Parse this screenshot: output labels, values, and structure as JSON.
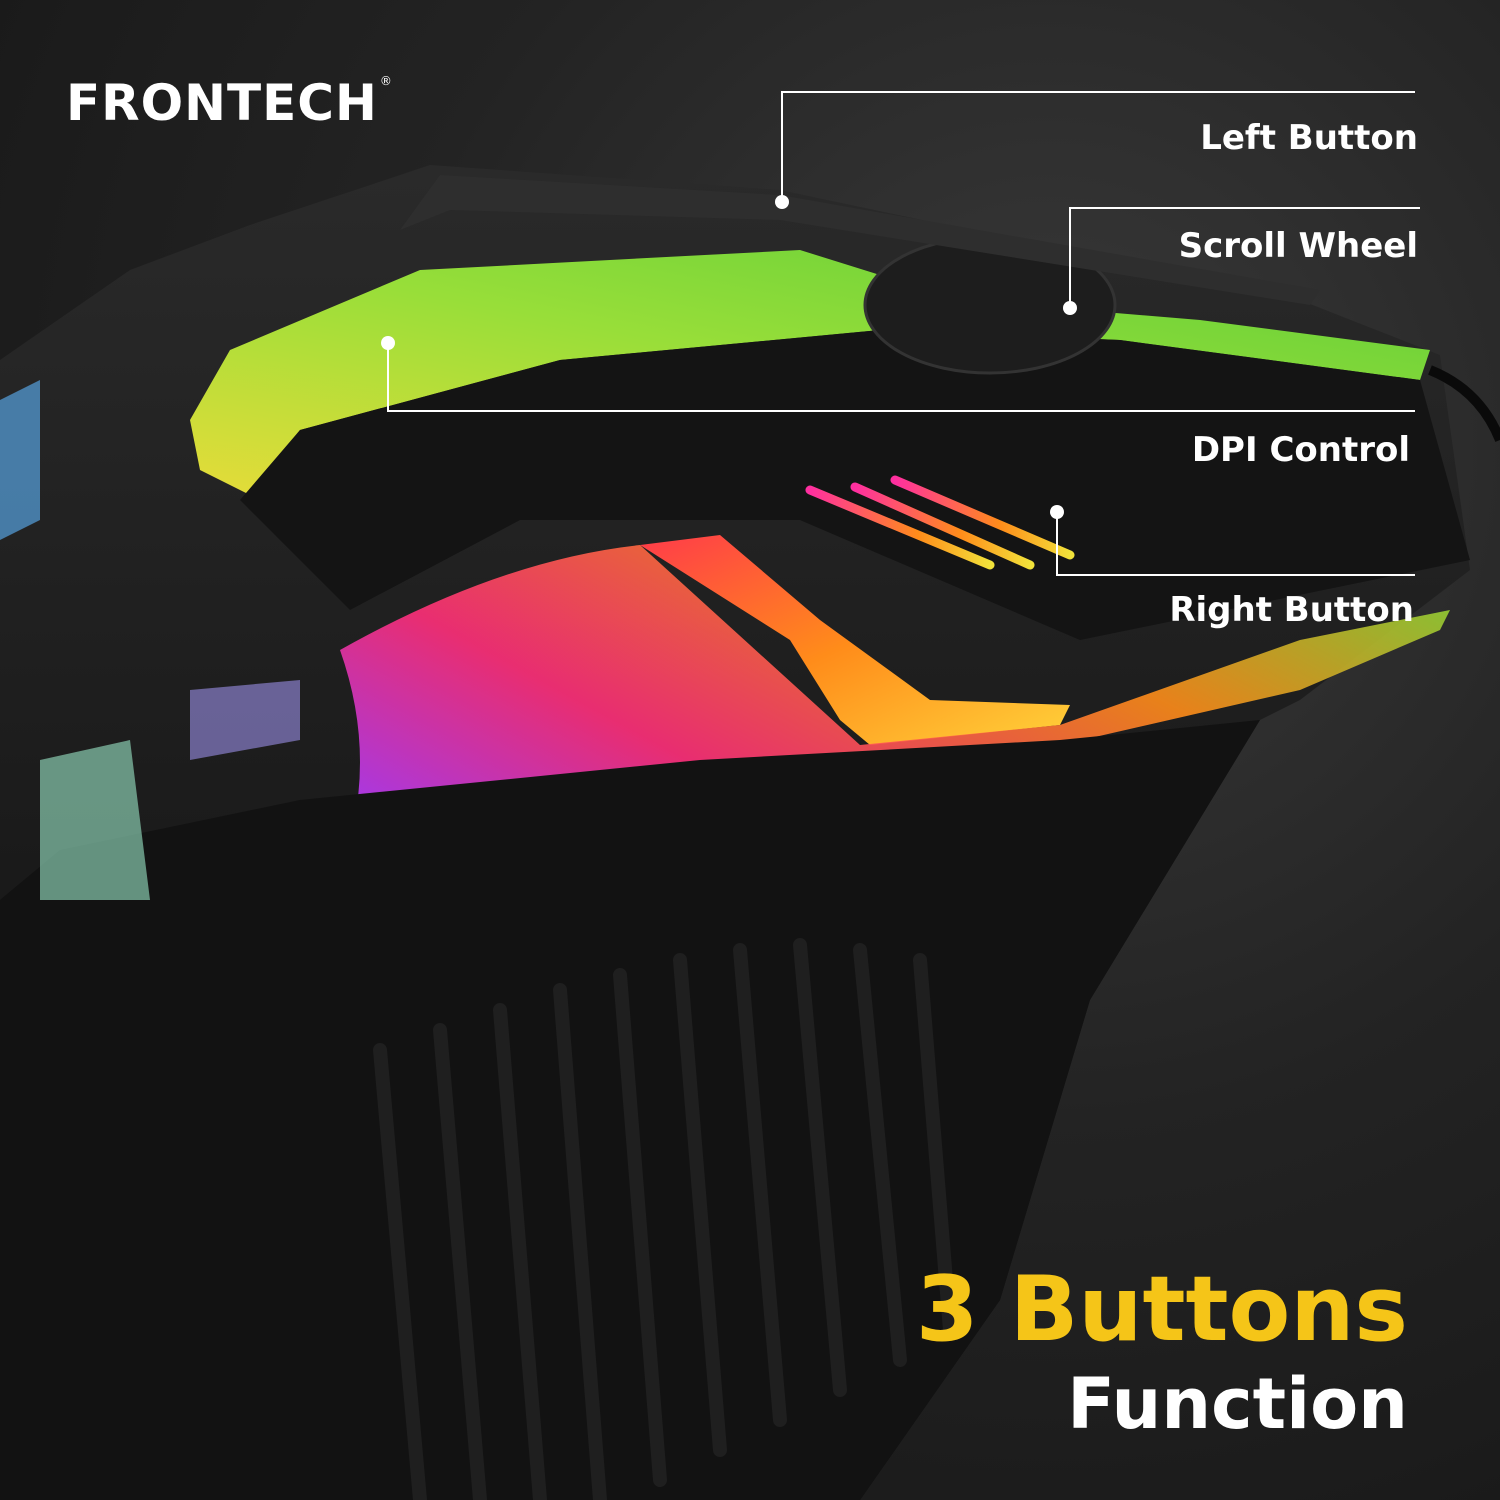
{
  "brand": {
    "name": "FRONTECH",
    "registered_mark": "®"
  },
  "callouts": [
    {
      "id": "left-button",
      "label": "Left Button"
    },
    {
      "id": "scroll-wheel",
      "label": "Scroll Wheel"
    },
    {
      "id": "dpi-control",
      "label": "DPI Control"
    },
    {
      "id": "right-button",
      "label": "Right Button"
    }
  ],
  "headline": {
    "line1": "3 Buttons",
    "line2": "Function"
  },
  "colors": {
    "headline_accent": "#f5c518",
    "text": "#ffffff",
    "rgb_green": "#7be03a",
    "rgb_yellow": "#f2e23a",
    "rgb_orange": "#ff8c1a",
    "rgb_pink": "#ff2fa0",
    "rgb_blue": "#3fa9ff"
  }
}
